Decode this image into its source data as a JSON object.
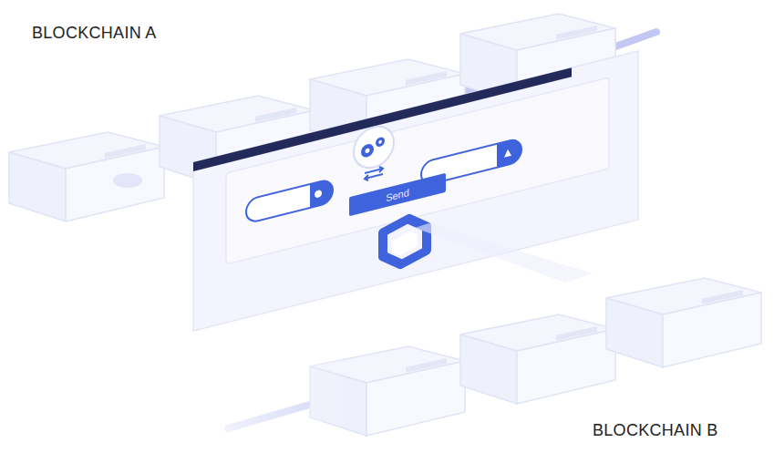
{
  "diagram": {
    "nodes": [
      {
        "text": [
          "Send"
        ]
      }
    ],
    "labels": [
      "BLOCKCHAIN A",
      "BLOCKCHAIN B"
    ]
  }
}
